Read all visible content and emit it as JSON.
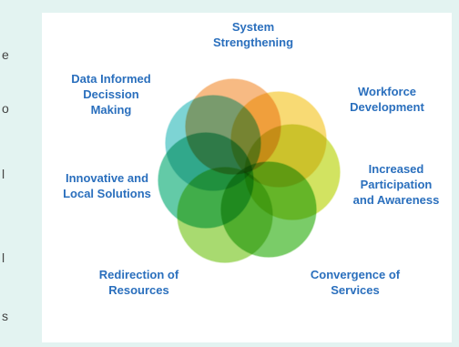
{
  "diagram": {
    "petals": [
      {
        "label": "System\nStrengthening",
        "color": "#f4a35a"
      },
      {
        "label": "Workforce\nDevelopment",
        "color": "#f5cd45"
      },
      {
        "label": "Increased\nParticipation\nand Awareness",
        "color": "#c3d92c"
      },
      {
        "label": "Convergence of\nServices",
        "color": "#4dbb35"
      },
      {
        "label": "Redirection of\nResources",
        "color": "#8bcd40"
      },
      {
        "label": "Innovative and\nLocal Solutions",
        "color": "#2fb889"
      },
      {
        "label": "Data Informed\nDecission\nMaking",
        "color": "#52c5c5"
      }
    ],
    "label_color": "#2a6fbd"
  },
  "edge_fragments": [
    "e",
    "o",
    "l",
    "l",
    "s"
  ]
}
